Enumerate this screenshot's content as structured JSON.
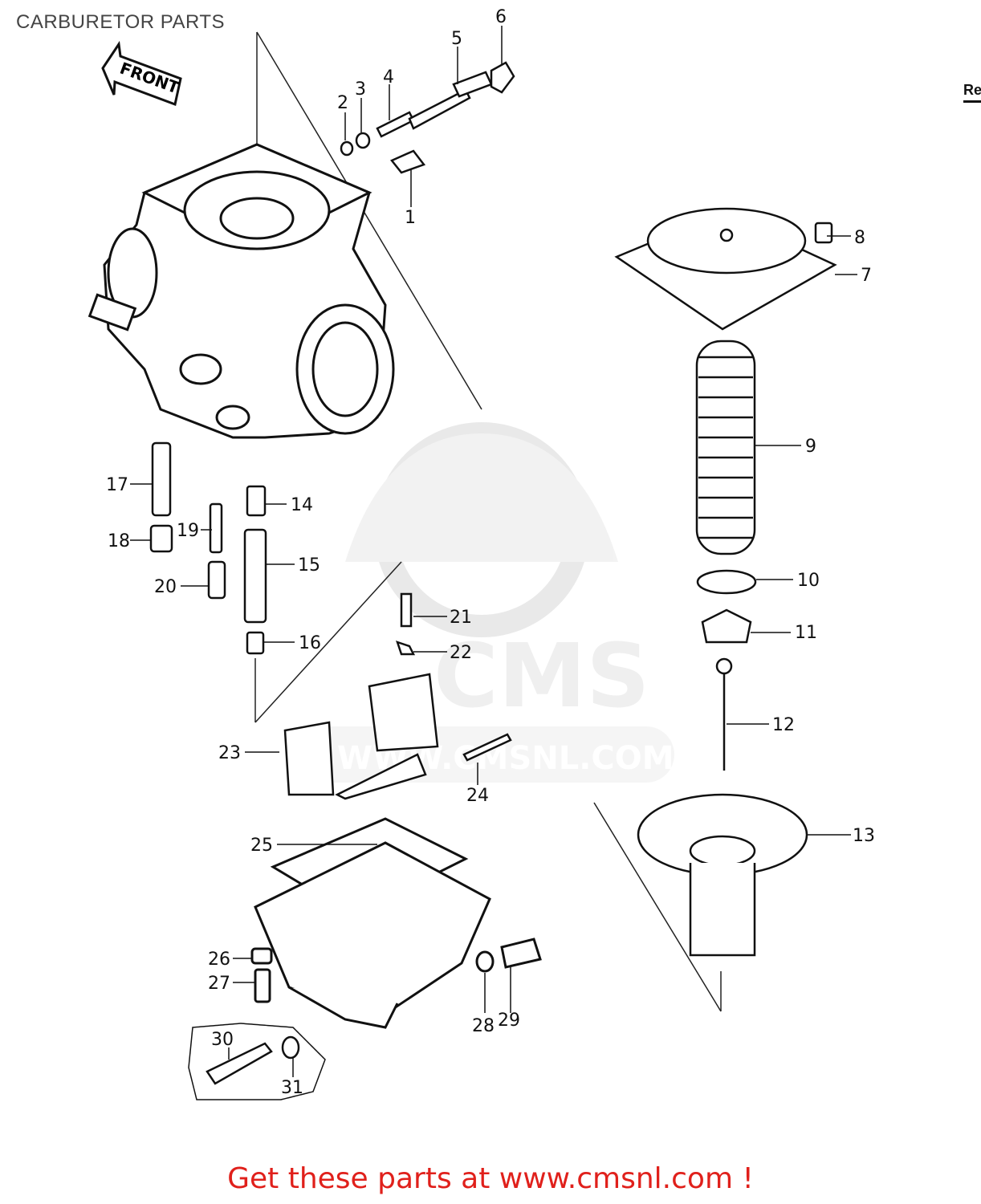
{
  "header": {
    "title": "CARBURETOR PARTS"
  },
  "diagram": {
    "front_arrow_label": "FRONT",
    "clipped_tag": "Re",
    "watermark": {
      "brand": "CMS",
      "url": "WWW.CMSNL.COM"
    },
    "callouts": [
      "1",
      "2",
      "3",
      "4",
      "5",
      "6",
      "7",
      "8",
      "9",
      "10",
      "11",
      "12",
      "13",
      "14",
      "15",
      "16",
      "17",
      "18",
      "19",
      "20",
      "21",
      "22",
      "23",
      "24",
      "25",
      "26",
      "27",
      "28",
      "29",
      "30",
      "31"
    ]
  },
  "footer": {
    "cta": "Get these parts at www.cmsnl.com !",
    "cta_color": "#e0201b"
  }
}
